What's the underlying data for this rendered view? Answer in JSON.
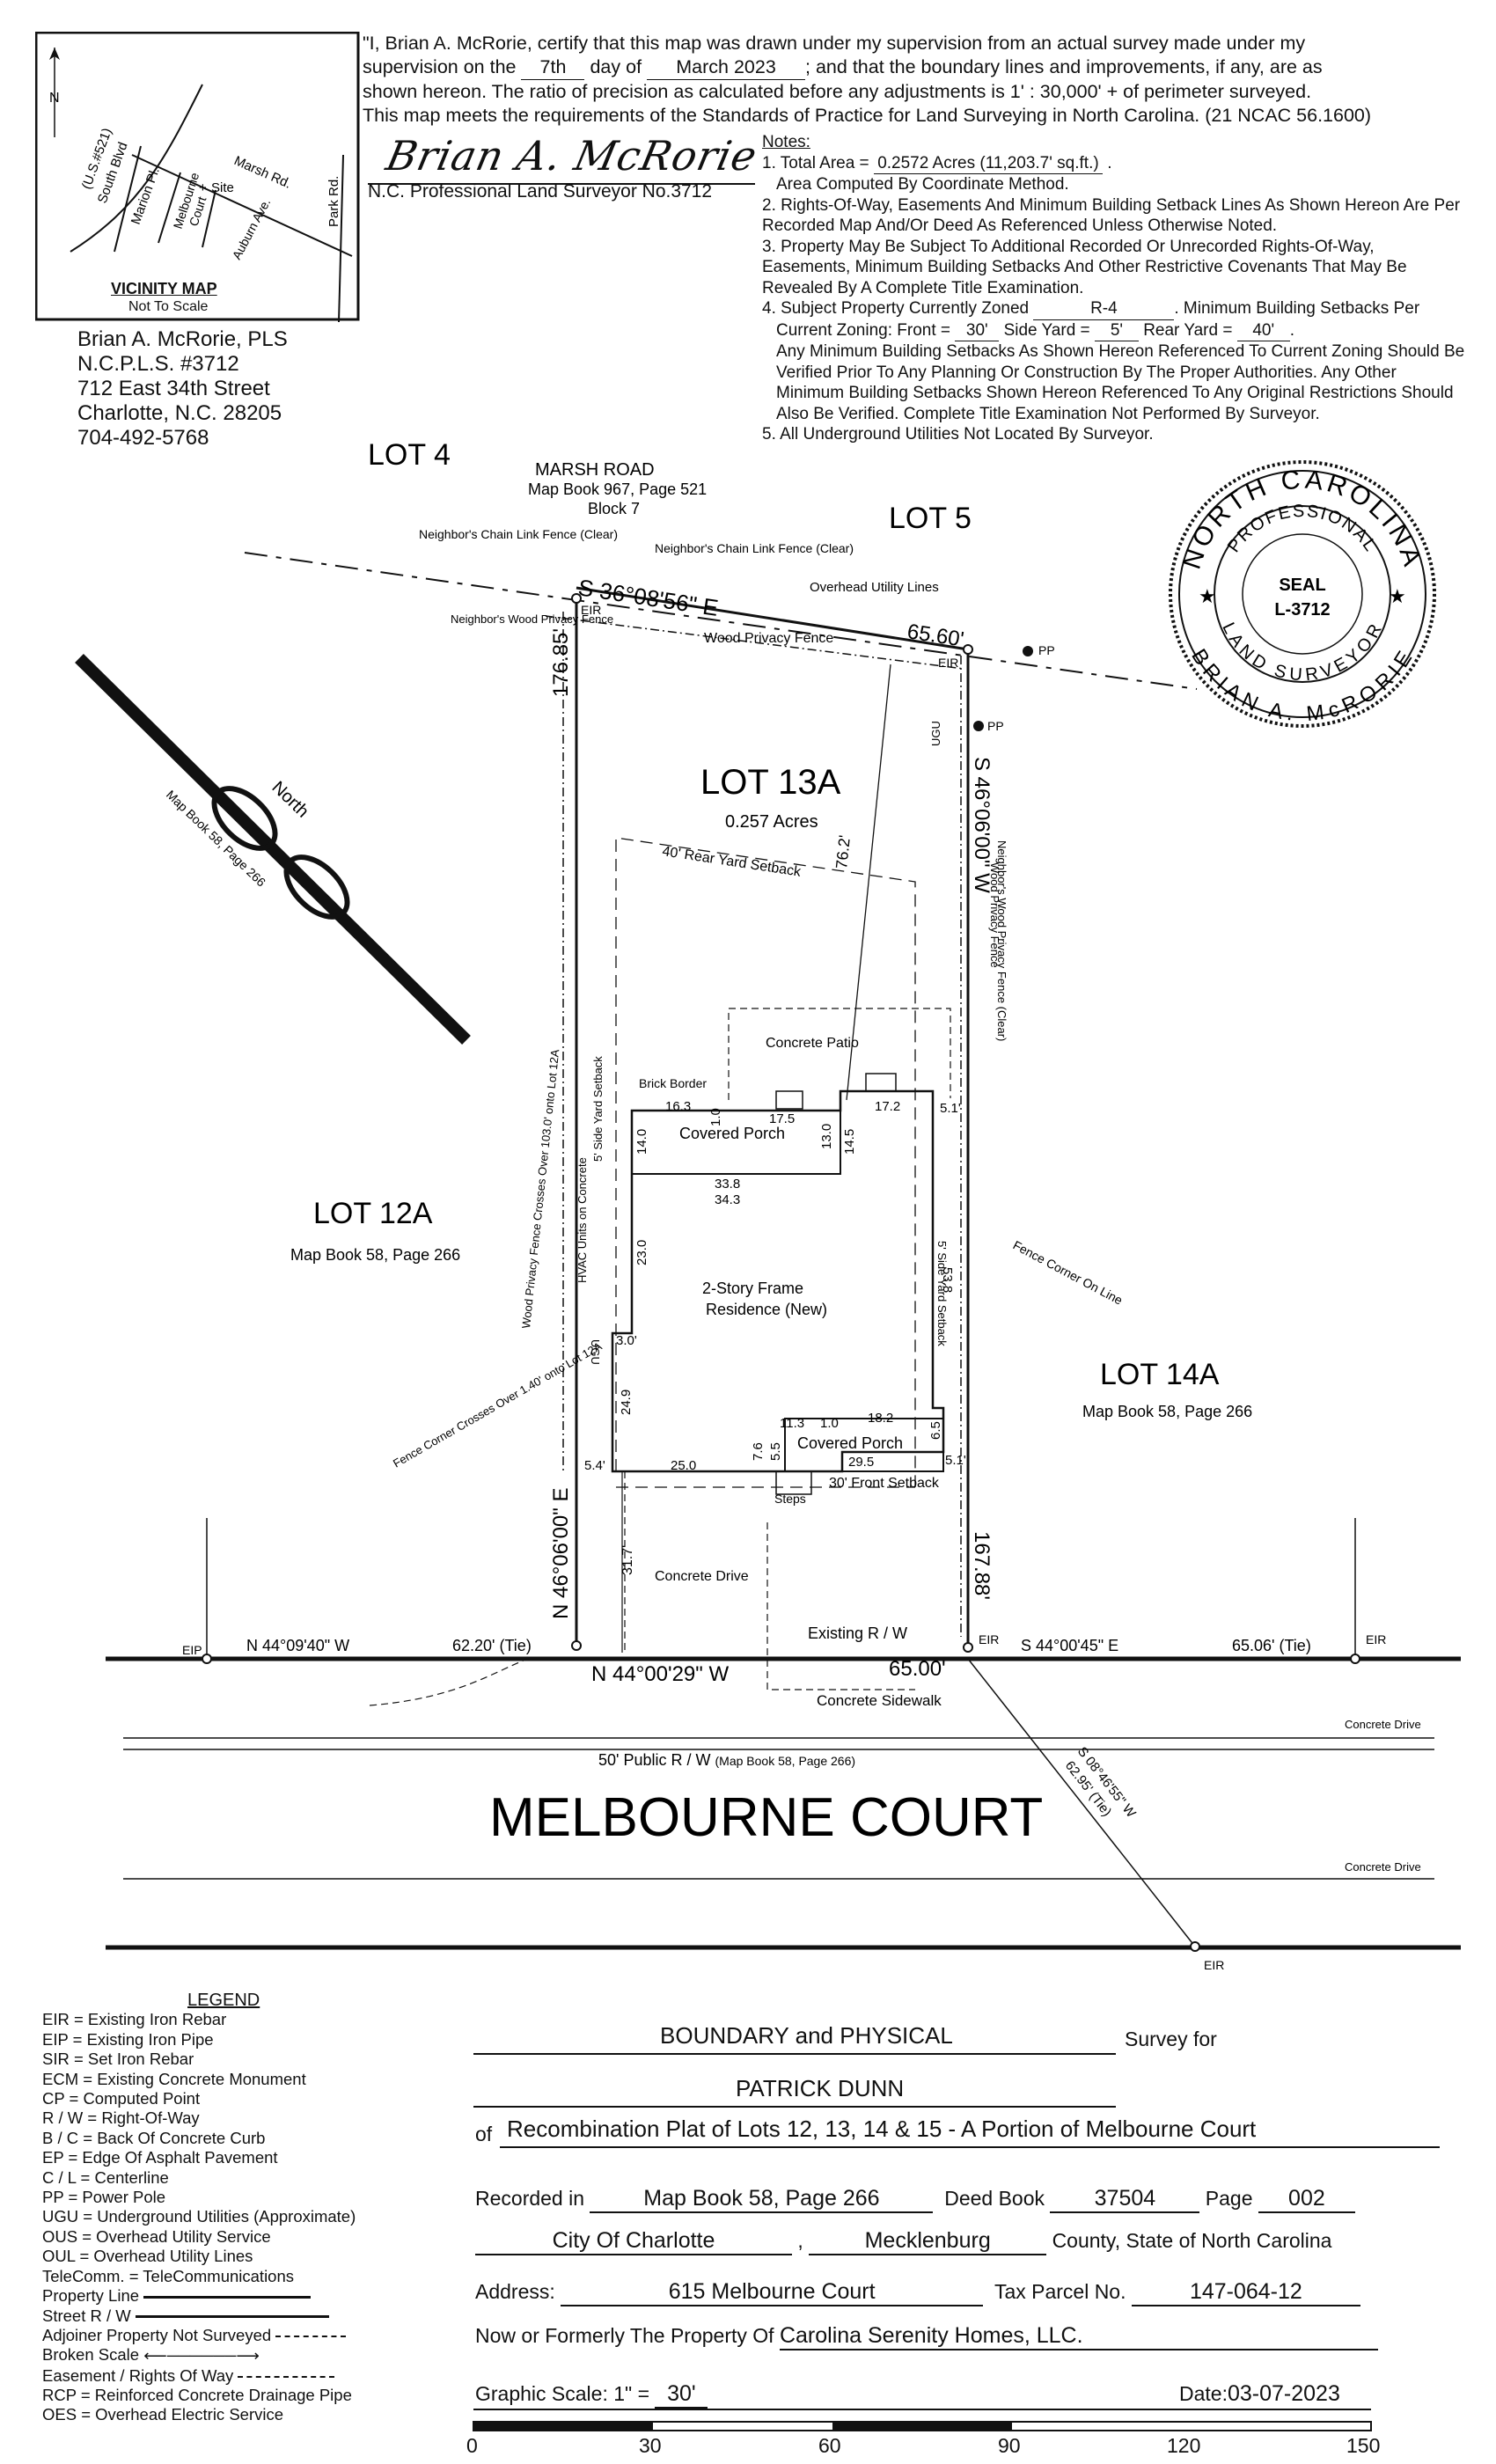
{
  "certification": {
    "line1": "\"I, Brian A. McRorie, certify that this map was drawn under my supervision from an actual survey made under my",
    "line2_a": "supervision on the",
    "day": "7th",
    "line2_b": "day of",
    "month_year": "March 2023",
    "line2_c": "; and that the boundary lines and improvements, if any, are as",
    "line3": "shown hereon. The ratio of precision as calculated before any adjustments is 1' : 30,000' + of perimeter surveyed.",
    "line4": "This map meets the requirements of the Standards of Practice for Land Surveying in North Carolina. (21 NCAC 56.1600)"
  },
  "signature": {
    "script": "Brian A. McRorie",
    "caption": "N.C. Professional Land Surveyor No.3712"
  },
  "notes": {
    "title": "Notes:",
    "n1_a": "1. Total Area =",
    "n1_val": "0.2572 Acres (11,203.7' sq.ft.)",
    "n1_b": "Area Computed By Coordinate Method.",
    "n2": "2. Rights-Of-Way, Easements And Minimum Building Setback Lines As Shown Hereon Are Per Recorded Map And/Or Deed As Referenced Unless Otherwise Noted.",
    "n3": "3. Property May Be Subject To Additional Recorded Or Unrecorded Rights-Of-Way, Easements, Minimum Building Setbacks And Other Restrictive Covenants That May Be Revealed By A Complete Title Examination.",
    "n4_a": "4. Subject Property Currently Zoned",
    "n4_zone": "R-4",
    "n4_b": ". Minimum Building Setbacks Per",
    "n4_c": "Current Zoning:  Front =",
    "front": "30'",
    "n4_d": "Side Yard =",
    "side": "5'",
    "n4_e": "Rear Yard =",
    "rear": "40'",
    "n4_f": "Any Minimum Building Setbacks As Shown Hereon Referenced To Current Zoning Should Be Verified Prior To Any Planning Or Construction By The Proper Authorities. Any Other Minimum Building Setbacks Shown Hereon Referenced To Any Original Restrictions Should Also Be Verified. Complete Title Examination Not Performed By Surveyor.",
    "n5": "5. All Underground Utilities Not Located By Surveyor."
  },
  "surveyor_address": {
    "name": "Brian A. McRorie, PLS",
    "license": "N.C.P.L.S. #3712",
    "street": "712 East 34th Street",
    "city": "Charlotte, N.C.  28205",
    "phone": "704-492-5768"
  },
  "vicinity_map": {
    "title": "VICINITY MAP",
    "subtitle": "Not To Scale",
    "north": "N",
    "roads": [
      "(U.S.#521)",
      "South Blvd",
      "Marsh Rd.",
      "Marion Pl.",
      "Melbourne",
      "Court",
      "Site",
      "Auburn Ave.",
      "Park Rd."
    ]
  },
  "seal": {
    "top": "NORTH CAROLINA",
    "middle": "PROFESSIONAL",
    "seal": "SEAL",
    "number": "L-3712",
    "lower": "LAND SURVEYOR",
    "name": "BRIAN A. McRORIE"
  },
  "plat": {
    "lot4": "LOT 4",
    "lot5": "LOT 5",
    "lot12a": "LOT 12A",
    "lot12a_ref": "Map Book 58, Page 266",
    "lot14a": "LOT 14A",
    "lot14a_ref": "Map Book 58, Page 266",
    "lot13a": "LOT 13A",
    "lot13a_area": "0.257 Acres",
    "marsh_road": "MARSH ROAD",
    "marsh_ref": "Map Book 967, Page 521",
    "block": "Block 7",
    "street_name": "MELBOURNE COURT",
    "row_label": "50' Public R / W",
    "row_ref": "(Map Book 58, Page 266)",
    "bearing_north": "S 36°08'56\" E",
    "dist_north": "65.60'",
    "bearing_east": "S 46°06'00\" W",
    "dist_east": "167.88'",
    "bearing_west": "N 46°06'00\" E",
    "dist_west": "176.85'",
    "bearing_south": "N 44°00'29\" W",
    "dist_south": "65.00'",
    "tie_left_bearing": "N 44°09'40\" W",
    "tie_left_dist": "62.20' (Tie)",
    "tie_right_bearing": "S 44°00'45\" E",
    "tie_right_dist": "65.06' (Tie)",
    "tie_diag": "S 08°46'55\" W",
    "tie_diag_dist": "62.95' (Tie)",
    "eir": "EIR",
    "eip": "EIP",
    "pp": "PP",
    "ugu": "UGU",
    "existing_row": "Existing R / W",
    "concrete_sidewalk": "Concrete Sidewalk",
    "concrete_drive_road": "Concrete Drive",
    "concrete_drive": "Concrete Drive",
    "concrete_patio": "Concrete Patio",
    "brick_border": "Brick Border",
    "covered_porch": "Covered Porch",
    "residence_1": "2-Story Frame",
    "residence_2": "Residence (New)",
    "hvac": "HVAC Units on Concrete",
    "steps": "Steps",
    "rear_setback": "40' Rear Yard Setback",
    "front_setback": "30' Front Setback",
    "side_setback_l": "5' Side Yard Setback",
    "side_setback_r": "5' Side Yard Setback",
    "fence_chain_l": "Neighbor's Chain Link Fence (Clear)",
    "fence_chain_r": "Neighbor's Chain Link Fence (Clear)",
    "fence_wood_l": "Neighbor's Wood Privacy Fence",
    "wood_privacy": "Wood Privacy Fence",
    "overhead": "Overhead Utility Lines",
    "fence_crosses": "Wood Privacy Fence Crosses Over 103.0' onto Lot 12A",
    "fence_corner_l": "Fence Corner Crosses Over 1.40' onto Lot 12A",
    "fence_corner_r": "Fence Corner On Line",
    "neighbor_wood_r": "Neighbor's Wood Privacy Fence (Clear)",
    "wood_privacy_r": "Wood Privacy Fence",
    "dim_76": "76.2'",
    "dim_31": "31.7'",
    "dims": [
      "16.3",
      "1.0",
      "17.5",
      "13.0",
      "17.2",
      "14.0",
      "14.5",
      "5.1'",
      "33.8",
      "34.3",
      "23.0",
      "53.8",
      "3.0'",
      "24.9",
      "11.3",
      "1.0",
      "18.2",
      "7.6",
      "5.5",
      "29.5",
      "6.5",
      "5.1'",
      "5.4'",
      "25.0"
    ],
    "north_arrow": "North",
    "north_ref": "Map Book 58, Page 266"
  },
  "legend": {
    "title": "LEGEND",
    "items": [
      "EIR = Existing Iron Rebar",
      "EIP = Existing Iron Pipe",
      "SIR = Set Iron Rebar",
      "ECM = Existing Concrete Monument",
      "CP = Computed Point",
      "R / W = Right-Of-Way",
      "B / C = Back Of Concrete Curb",
      "EP = Edge Of Asphalt Pavement",
      "C / L = Centerline",
      "PP = Power Pole",
      "UGU = Underground Utilities (Approximate)",
      "OUS = Overhead Utility Service",
      "OUL = Overhead Utility Lines",
      "TeleComm. = TeleCommunications",
      "Property Line",
      "Street R / W",
      "Adjoiner Property Not Surveyed",
      "Broken Scale",
      "Easement / Rights Of Way",
      "RCP = Reinforced Concrete Drainage Pipe",
      "OES = Overhead Electric Service"
    ]
  },
  "title_block": {
    "survey_type": "BOUNDARY and PHYSICAL",
    "survey_for": "Survey for",
    "client": "PATRICK DUNN",
    "of_label": "of",
    "of_value": "Recombination Plat of Lots 12, 13, 14 & 15 - A Portion of Melbourne Court",
    "recorded_label": "Recorded in",
    "recorded_value": "Map Book 58, Page 266",
    "deed_label": "Deed Book",
    "deed_value": "37504",
    "page_label": "Page",
    "page_value": "002",
    "city": "City Of Charlotte",
    "county": "Mecklenburg",
    "county_suffix": "County, State of North Carolina",
    "address_label": "Address:",
    "address_value": "615 Melbourne Court",
    "parcel_label": "Tax Parcel No.",
    "parcel_value": "147-064-12",
    "owner_label": "Now or Formerly The Property Of",
    "owner_value": "Carolina Serenity Homes, LLC.",
    "scale_label": "Graphic Scale: 1\" =",
    "scale_value": "30'",
    "date_label": "Date:",
    "date_value": "03-07-2023",
    "scale_ticks": [
      "0",
      "30",
      "60",
      "90",
      "120",
      "150"
    ]
  }
}
